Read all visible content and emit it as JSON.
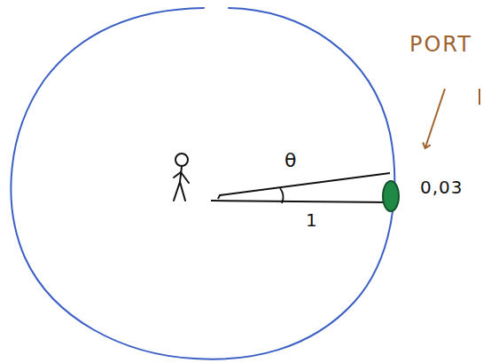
{
  "diagram": {
    "labels": [
      "PORT",
      "θ",
      "1",
      "0,03"
    ]
  }
}
